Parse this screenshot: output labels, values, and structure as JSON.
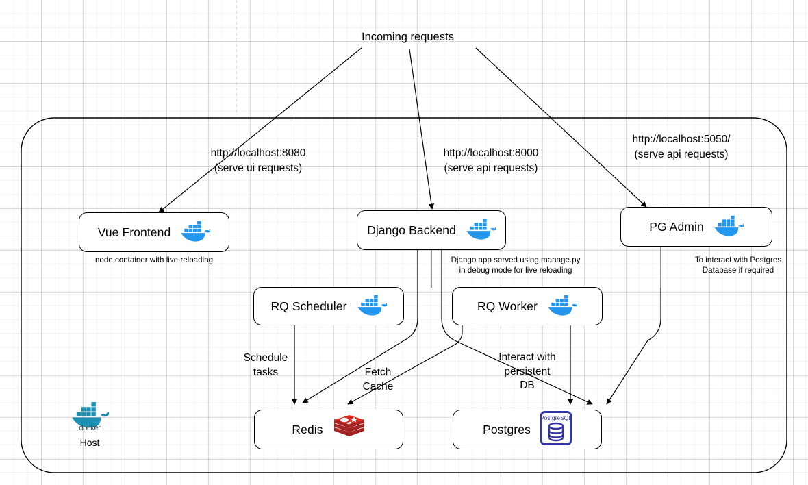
{
  "diagram": {
    "title": "Incoming requests",
    "host": {
      "label": "Host",
      "icon": "docker-whale-icon",
      "wordmark": "docker"
    }
  },
  "url_labels": [
    {
      "name": "url-label-frontend",
      "text": "http://localhost:8080\n(serve ui requests)"
    },
    {
      "name": "url-label-backend",
      "text": "http://localhost:8000\n(serve api requests)"
    },
    {
      "name": "url-label-pgadmin",
      "text": "http://localhost:5050/\n(serve api requests)"
    }
  ],
  "nodes": [
    {
      "id": "vue-frontend",
      "label": "Vue Frontend",
      "icon": "docker-icon"
    },
    {
      "id": "django-backend",
      "label": "Django Backend",
      "icon": "docker-icon"
    },
    {
      "id": "pg-admin",
      "label": "PG Admin",
      "icon": "docker-icon"
    },
    {
      "id": "rq-scheduler",
      "label": "RQ Scheduler",
      "icon": "docker-icon"
    },
    {
      "id": "rq-worker",
      "label": "RQ Worker",
      "icon": "docker-icon"
    },
    {
      "id": "redis",
      "label": "Redis",
      "icon": "redis-icon"
    },
    {
      "id": "postgres",
      "label": "Postgres",
      "icon": "postgresql-icon"
    }
  ],
  "captions": [
    {
      "name": "caption-vue-frontend",
      "text": "node container with live reloading"
    },
    {
      "name": "caption-django-backend",
      "text": "Django app served using manage.py\nin debug mode for live reloading"
    },
    {
      "name": "caption-pg-admin",
      "text": "To interact with Postgres\nDatabase if required"
    }
  ],
  "edge_labels": [
    {
      "name": "edge-label-schedule-tasks",
      "text": "Schedule\ntasks"
    },
    {
      "name": "edge-label-fetch-cache",
      "text": "Fetch\nCache"
    },
    {
      "name": "edge-label-interact-with-db",
      "text": "Interact with\npersistent\nDB"
    }
  ],
  "colors": {
    "docker_blue": "#2396ED",
    "docker_teal": "#1D91B3",
    "redis_red": "#C6302B",
    "postgres_blue": "#3333AA",
    "stroke": "#000000",
    "grid_major": "#D0D0D0",
    "grid_minor": "#EFEFEF"
  }
}
